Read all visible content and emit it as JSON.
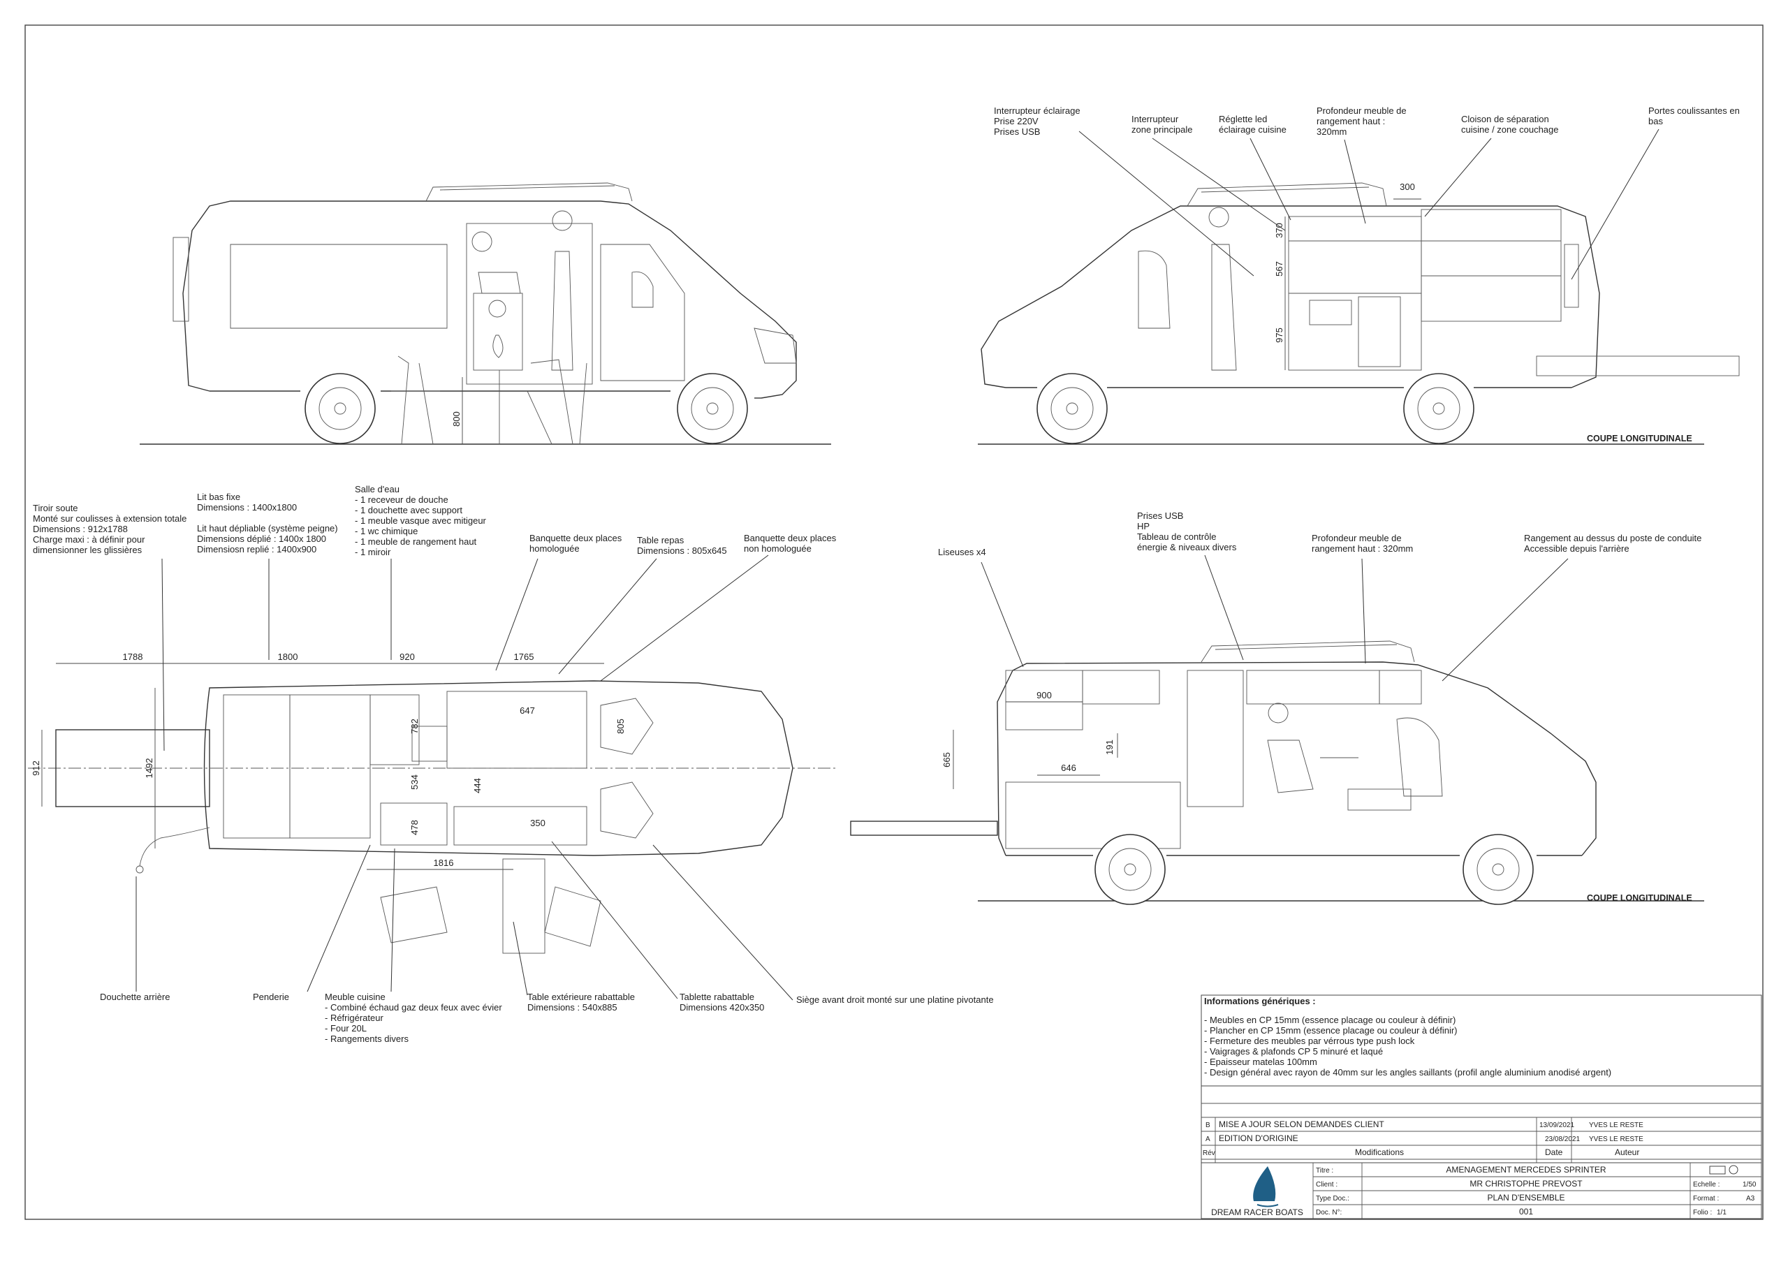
{
  "views": {
    "top_right_elevation": {
      "labels": [
        {
          "lines": [
            "Interrupteur éclairage",
            "Prise 220V",
            "Prises USB"
          ]
        },
        {
          "lines": [
            "Interrupteur",
            "zone principale"
          ]
        },
        {
          "lines": [
            "Réglette led",
            "éclairage cuisine"
          ]
        },
        {
          "lines": [
            "Profondeur meuble de",
            "rangement haut :",
            "320mm"
          ]
        },
        {
          "lines": [
            "Cloison de séparation",
            "cuisine / zone couchage"
          ]
        },
        {
          "lines": [
            "Portes coulissantes en",
            "bas"
          ]
        }
      ],
      "dims": [
        "300",
        "370",
        "567",
        "975"
      ],
      "section_title": "COUPE LONGITUDINALE"
    },
    "top_left_elevation": {
      "dims": [
        "800"
      ]
    },
    "plan": {
      "labels": [
        {
          "lines": [
            "Tiroir soute",
            "Monté sur coulisses à extension totale",
            "Dimensions : 912x1788",
            "Charge maxi : à définir pour",
            "dimensionner les glissières"
          ]
        },
        {
          "lines": [
            "Lit bas fixe",
            "Dimensions : 1400x1800",
            "",
            "Lit haut dépliable (système peigne)",
            "Dimensions déplié : 1400x 1800",
            "Dimensiosn replié : 1400x900"
          ]
        },
        {
          "lines": [
            "Salle d'eau",
            "- 1 receveur de douche",
            "- 1 douchette avec support",
            "- 1 meuble vasque avec mitigeur",
            "- 1 wc chimique",
            "- 1 meuble de rangement haut",
            "- 1 miroir"
          ]
        },
        {
          "lines": [
            "Banquette deux places",
            "homologuée"
          ]
        },
        {
          "lines": [
            "Table repas",
            "Dimensions : 805x645"
          ]
        },
        {
          "lines": [
            "Banquette deux places",
            "non homologuée"
          ]
        },
        {
          "lines": [
            "Douchette arrière"
          ]
        },
        {
          "lines": [
            "Penderie"
          ]
        },
        {
          "lines": [
            "Meuble cuisine",
            "- Combiné échaud gaz deux feux avec évier",
            "- Réfrigérateur",
            "- Four 20L",
            "- Rangements divers"
          ]
        },
        {
          "lines": [
            "Table extérieure rabattable",
            "Dimensions : 540x885"
          ]
        },
        {
          "lines": [
            "Tablette rabattable",
            "Dimensions  420x350"
          ]
        },
        {
          "lines": [
            "Siège avant droit monté sur une platine pivotante"
          ]
        }
      ],
      "dims": [
        "1788",
        "1800",
        "920",
        "1765",
        "912",
        "1492",
        "782",
        "647",
        "805",
        "534",
        "444",
        "478",
        "350",
        "1816"
      ]
    },
    "bottom_right_elevation": {
      "labels": [
        {
          "lines": [
            "Liseuses x4"
          ]
        },
        {
          "lines": [
            "Prises USB",
            "HP",
            "Tableau de contrôle",
            "énergie & niveaux divers"
          ]
        },
        {
          "lines": [
            "Profondeur meuble de",
            "rangement haut : 320mm"
          ]
        },
        {
          "lines": [
            "Rangement au dessus du poste de conduite",
            "Accessible depuis l'arrière"
          ]
        }
      ],
      "dims": [
        "900",
        "191",
        "646",
        "665"
      ],
      "section_title": "COUPE LONGITUDINALE"
    }
  },
  "info": {
    "title": "Informations génériques :",
    "lines": [
      "- Meubles en CP 15mm (essence placage ou couleur à définir)",
      "- Plancher en CP 15mm (essence placage ou couleur à définir)",
      "- Fermeture des meubles par vérrous type push lock",
      "- Vaigrages & plafonds CP 5 minuré et laqué",
      "- Epaisseur matelas 100mm",
      "- Design général avec rayon de 40mm sur les angles saillants (profil angle aluminium anodisé argent)"
    ]
  },
  "revisions": {
    "rows": [
      {
        "rev": "B",
        "modification": "MISE A JOUR SELON DEMANDES CLIENT",
        "date": "13/09/2021",
        "author": "YVES LE RESTE"
      },
      {
        "rev": "A",
        "modification": "EDITION D'ORIGINE",
        "date": "23/08/2021",
        "author": "YVES LE RESTE"
      }
    ],
    "headers": {
      "rev": "Rév",
      "modification": "Modifications",
      "date": "Date",
      "author": "Auteur"
    }
  },
  "titleblock": {
    "company": "DREAM RACER BOATS",
    "fields": [
      {
        "label": "Titre :",
        "value": "AMENAGEMENT MERCEDES SPRINTER"
      },
      {
        "label": "Client :",
        "value": "MR CHRISTOPHE PREVOST"
      },
      {
        "label": "Type Doc.:",
        "value": "PLAN D'ENSEMBLE"
      },
      {
        "label": "Doc. N°:",
        "value": "001"
      }
    ],
    "side": [
      {
        "label": "Echelle :",
        "value": "1/50"
      },
      {
        "label": "Format :",
        "value": "A3"
      },
      {
        "label": "Folio :",
        "value": "1/1"
      }
    ],
    "colors": {
      "logo_sail": "#1f5f86"
    }
  }
}
